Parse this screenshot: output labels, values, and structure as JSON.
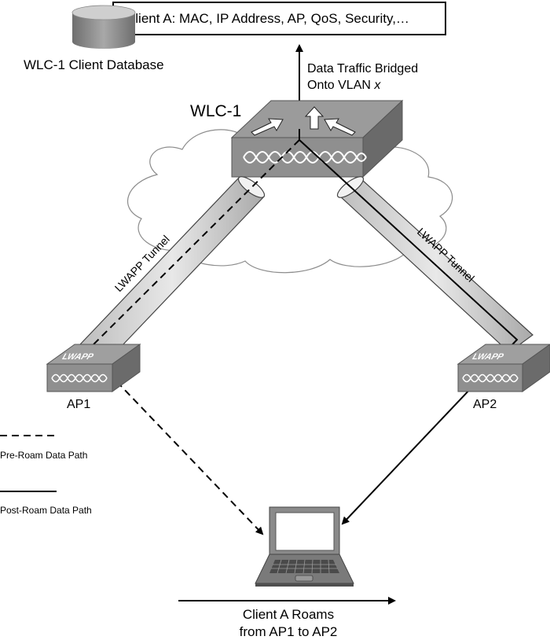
{
  "client_record": {
    "text": "Client A: MAC, IP Address, AP, QoS, Security,…"
  },
  "database": {
    "label": "WLC-1 Client Database"
  },
  "traffic": {
    "line1": "Data Traffic Bridged",
    "line2_prefix": "Onto VLAN ",
    "line2_var": "x"
  },
  "controller": {
    "label": "WLC-1"
  },
  "tunnels": {
    "left_label": "LWAPP Tunnel",
    "right_label": "LWAPP Tunnel"
  },
  "access_points": {
    "ap1_label": "AP1",
    "ap2_label": "AP2",
    "badge_text": "LWAPP"
  },
  "legend": {
    "pre_roam": "Pre-Roam Data Path",
    "post_roam": "Post-Roam Data Path"
  },
  "roam": {
    "line1": "Client A Roams",
    "line2": "from AP1 to AP2"
  }
}
